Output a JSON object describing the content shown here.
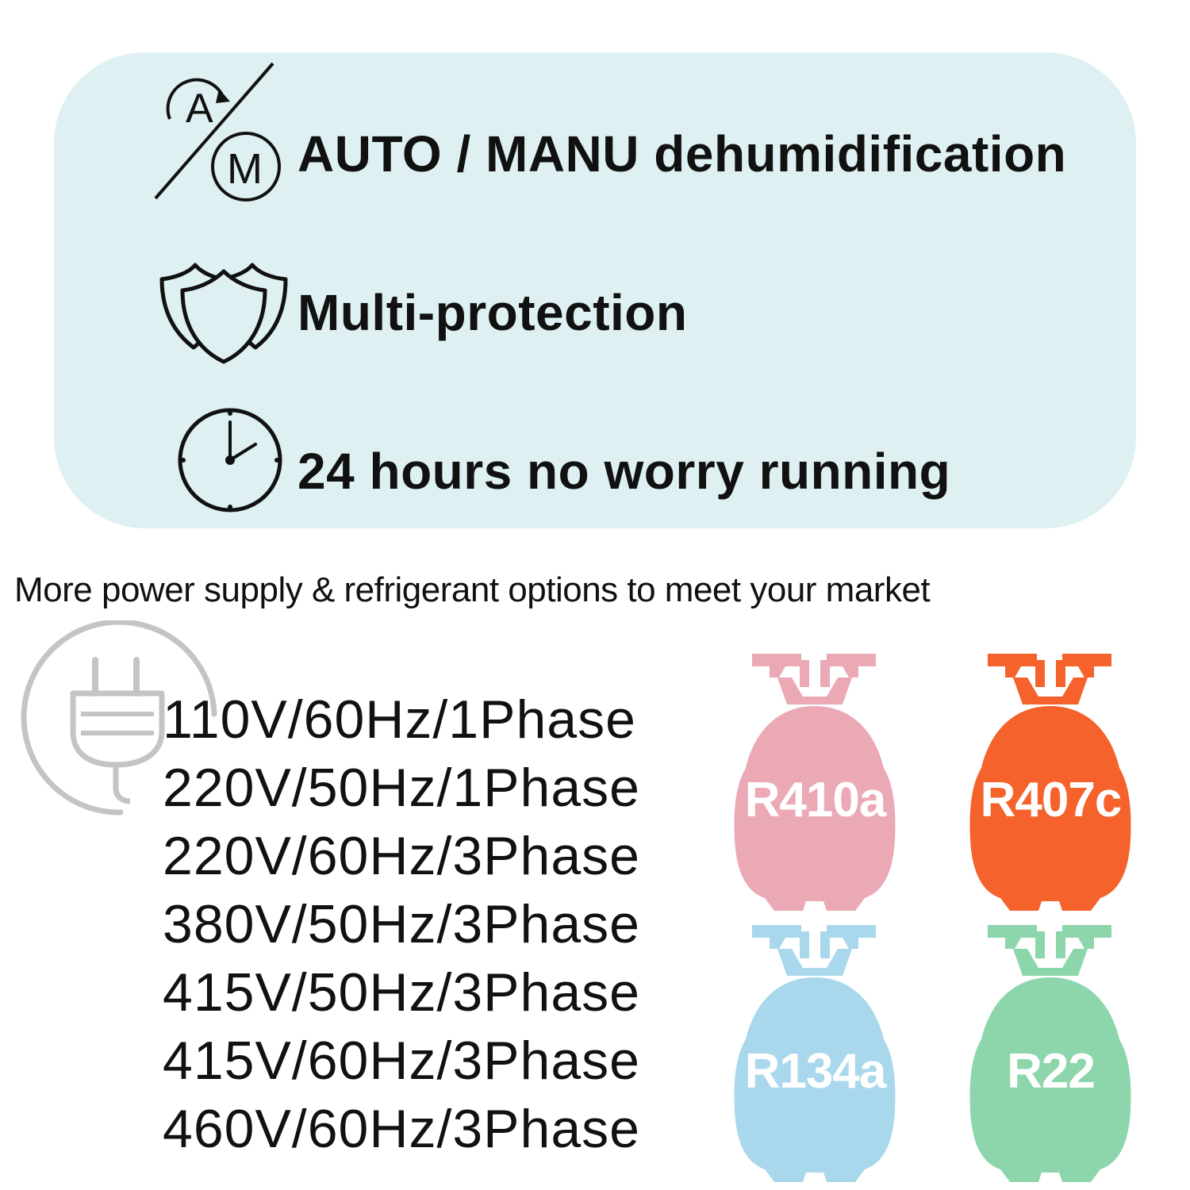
{
  "features": [
    {
      "icon": "auto-manual-icon",
      "text": "AUTO / MANU dehumidification"
    },
    {
      "icon": "shield-icon",
      "text": "Multi-protection"
    },
    {
      "icon": "clock-icon",
      "text": "24 hours no worry running"
    }
  ],
  "auto_icon_letters": {
    "a": "A",
    "m": "M"
  },
  "subtitle": "More power supply & refrigerant options to meet your market",
  "power_options": [
    "110V/60Hz/1Phase",
    "220V/50Hz/1Phase",
    "220V/60Hz/3Phase",
    "380V/50Hz/3Phase",
    "415V/50Hz/3Phase",
    "415V/60Hz/3Phase",
    "460V/60Hz/3Phase"
  ],
  "refrigerants": [
    {
      "label": "R410a",
      "color": "#eaa9b5"
    },
    {
      "label": "R407c",
      "color": "#f5622b"
    },
    {
      "label": "R134a",
      "color": "#a9d8ec"
    },
    {
      "label": "R22",
      "color": "#8dd6ac"
    }
  ],
  "colors": {
    "panel_background": "#def0f1",
    "plug_icon": "#c4c4c4",
    "text": "#111111"
  }
}
